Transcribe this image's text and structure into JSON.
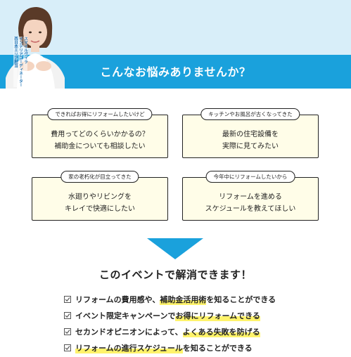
{
  "hero": {
    "title": "こんなお悩みありませんか？",
    "caption_lines": [
      "スマイルヴィラ",
      "インテリアコーディネーター",
      "西日本エリア担当"
    ]
  },
  "cards": [
    {
      "tab": "できればお得にリフォームしたいけど",
      "lines": [
        "費用ってどのくらいかかるの？",
        "補助金についても相談したい"
      ]
    },
    {
      "tab": "キッチンやお風呂が古くなってきた",
      "lines": [
        "最新の住宅設備を",
        "実際に見てみたい"
      ]
    },
    {
      "tab": "家の老朽化が目立ってきた",
      "lines": [
        "水廻りやリビングを",
        "キレイで快適にしたい"
      ]
    },
    {
      "tab": "今年中にリフォームしたいから",
      "lines": [
        "リフォームを進める",
        "スケジュールを教えてほしい"
      ]
    }
  ],
  "solution": {
    "title": "このイベントで解消できます！"
  },
  "benefits": [
    {
      "pre": "リフォームの費用感や、",
      "hl": "補助金活用術",
      "post": "を知ることができる"
    },
    {
      "pre": "イベント限定キャンペーンで",
      "hl": "お得にリフォームできる",
      "post": ""
    },
    {
      "pre": "セカンドオピニオンによって、",
      "hl": "よくある失敗を防げる",
      "post": ""
    },
    {
      "pre": "",
      "hl": "リフォームの進行スケジュール",
      "post": "を知ることができる"
    }
  ],
  "colors": {
    "hero_bg": "#d8eef9",
    "band": "#1aa1dc",
    "card_bg": "#fffde8",
    "highlight": "#fff36b",
    "arrow": "#1aa1dc"
  },
  "icons": {
    "check": "checkbox-check-icon",
    "arrow": "down-triangle-icon"
  }
}
